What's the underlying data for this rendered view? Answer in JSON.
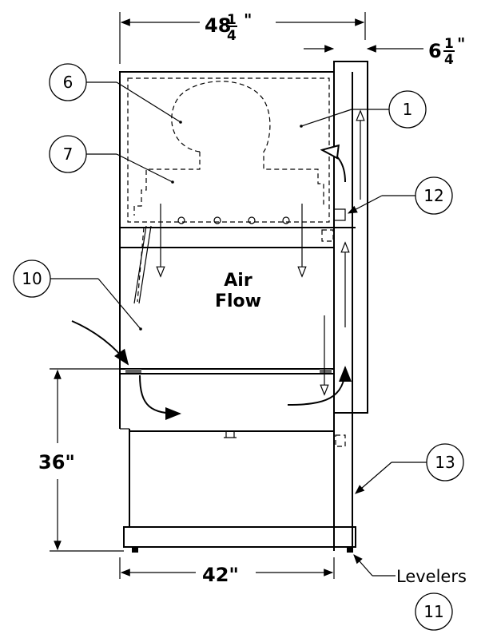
{
  "dimensions": {
    "width_whole": "48",
    "width_fraction_num": "1",
    "width_fraction_den": "4",
    "width_inch": "\"",
    "depth_whole": "6",
    "depth_fraction_num": "1",
    "depth_fraction_den": "4",
    "depth_inch": "\"",
    "height": "36\"",
    "base_width": "42\""
  },
  "labels": {
    "air": "Air",
    "flow": "Flow",
    "levelers": "Levelers"
  },
  "callouts": {
    "c1": "1",
    "c6": "6",
    "c7": "7",
    "c10": "10",
    "c11": "11",
    "c12": "12",
    "c13": "13"
  }
}
